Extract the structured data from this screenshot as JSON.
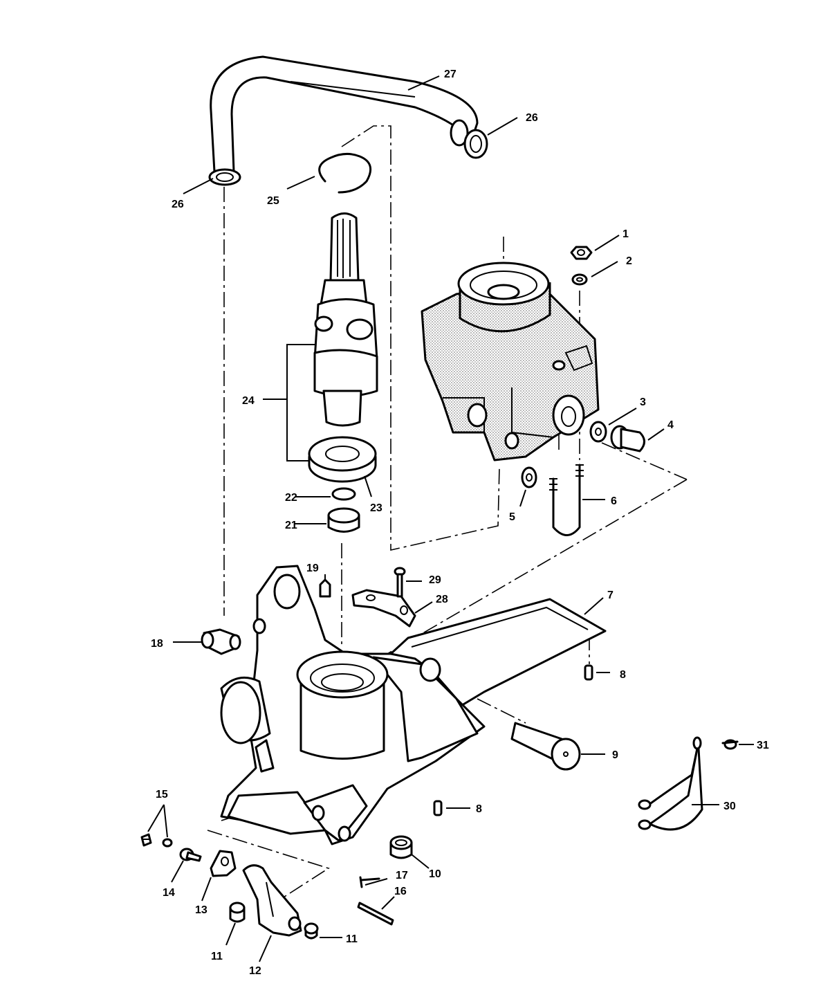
{
  "labels": {
    "l1": "1",
    "l2": "2",
    "l3": "3",
    "l4": "4",
    "l5": "5",
    "l6": "6",
    "l7": "7",
    "l8a": "8",
    "l8b": "8",
    "l9": "9",
    "l10": "10",
    "l11a": "11",
    "l11b": "11",
    "l12": "12",
    "l13": "13",
    "l14": "14",
    "l15": "15",
    "l16": "16",
    "l17": "17",
    "l18": "18",
    "l19": "19",
    "l21": "21",
    "l22": "22",
    "l23": "23",
    "l24": "24",
    "l25": "25",
    "l26a": "26",
    "l26b": "26",
    "l27": "27",
    "l28": "28",
    "l29": "29",
    "l30": "30",
    "l31": "31"
  }
}
